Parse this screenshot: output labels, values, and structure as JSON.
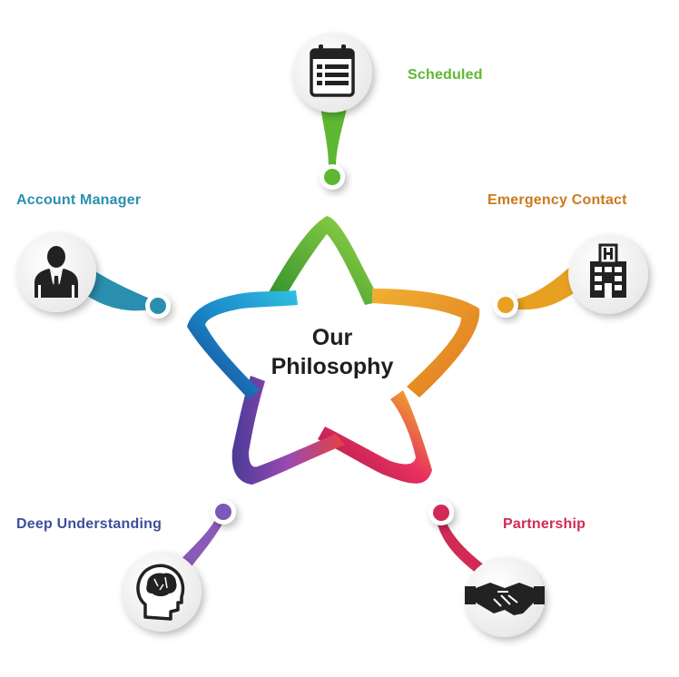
{
  "center": {
    "line1": "Our",
    "line2": "Philosophy"
  },
  "nodes": [
    {
      "id": "scheduled",
      "label": "Scheduled",
      "color": "#5cb832",
      "icon": "calendar-icon"
    },
    {
      "id": "emergency",
      "label": "Emergency Contact",
      "color": "#cc7a1c",
      "icon": "hospital-building-icon"
    },
    {
      "id": "partnership",
      "label": "Partnership",
      "color": "#d12a55",
      "icon": "handshake-icon"
    },
    {
      "id": "deep",
      "label": "Deep Understanding",
      "color": "#3d4f9c",
      "icon": "head-brain-icon"
    },
    {
      "id": "account",
      "label": "Account Manager",
      "color": "#2a8fae",
      "icon": "businessman-icon"
    }
  ],
  "star_colors": [
    "#6cc23a",
    "#e8a020",
    "#d62860",
    "#7f5fb0",
    "#1ea8d0"
  ]
}
